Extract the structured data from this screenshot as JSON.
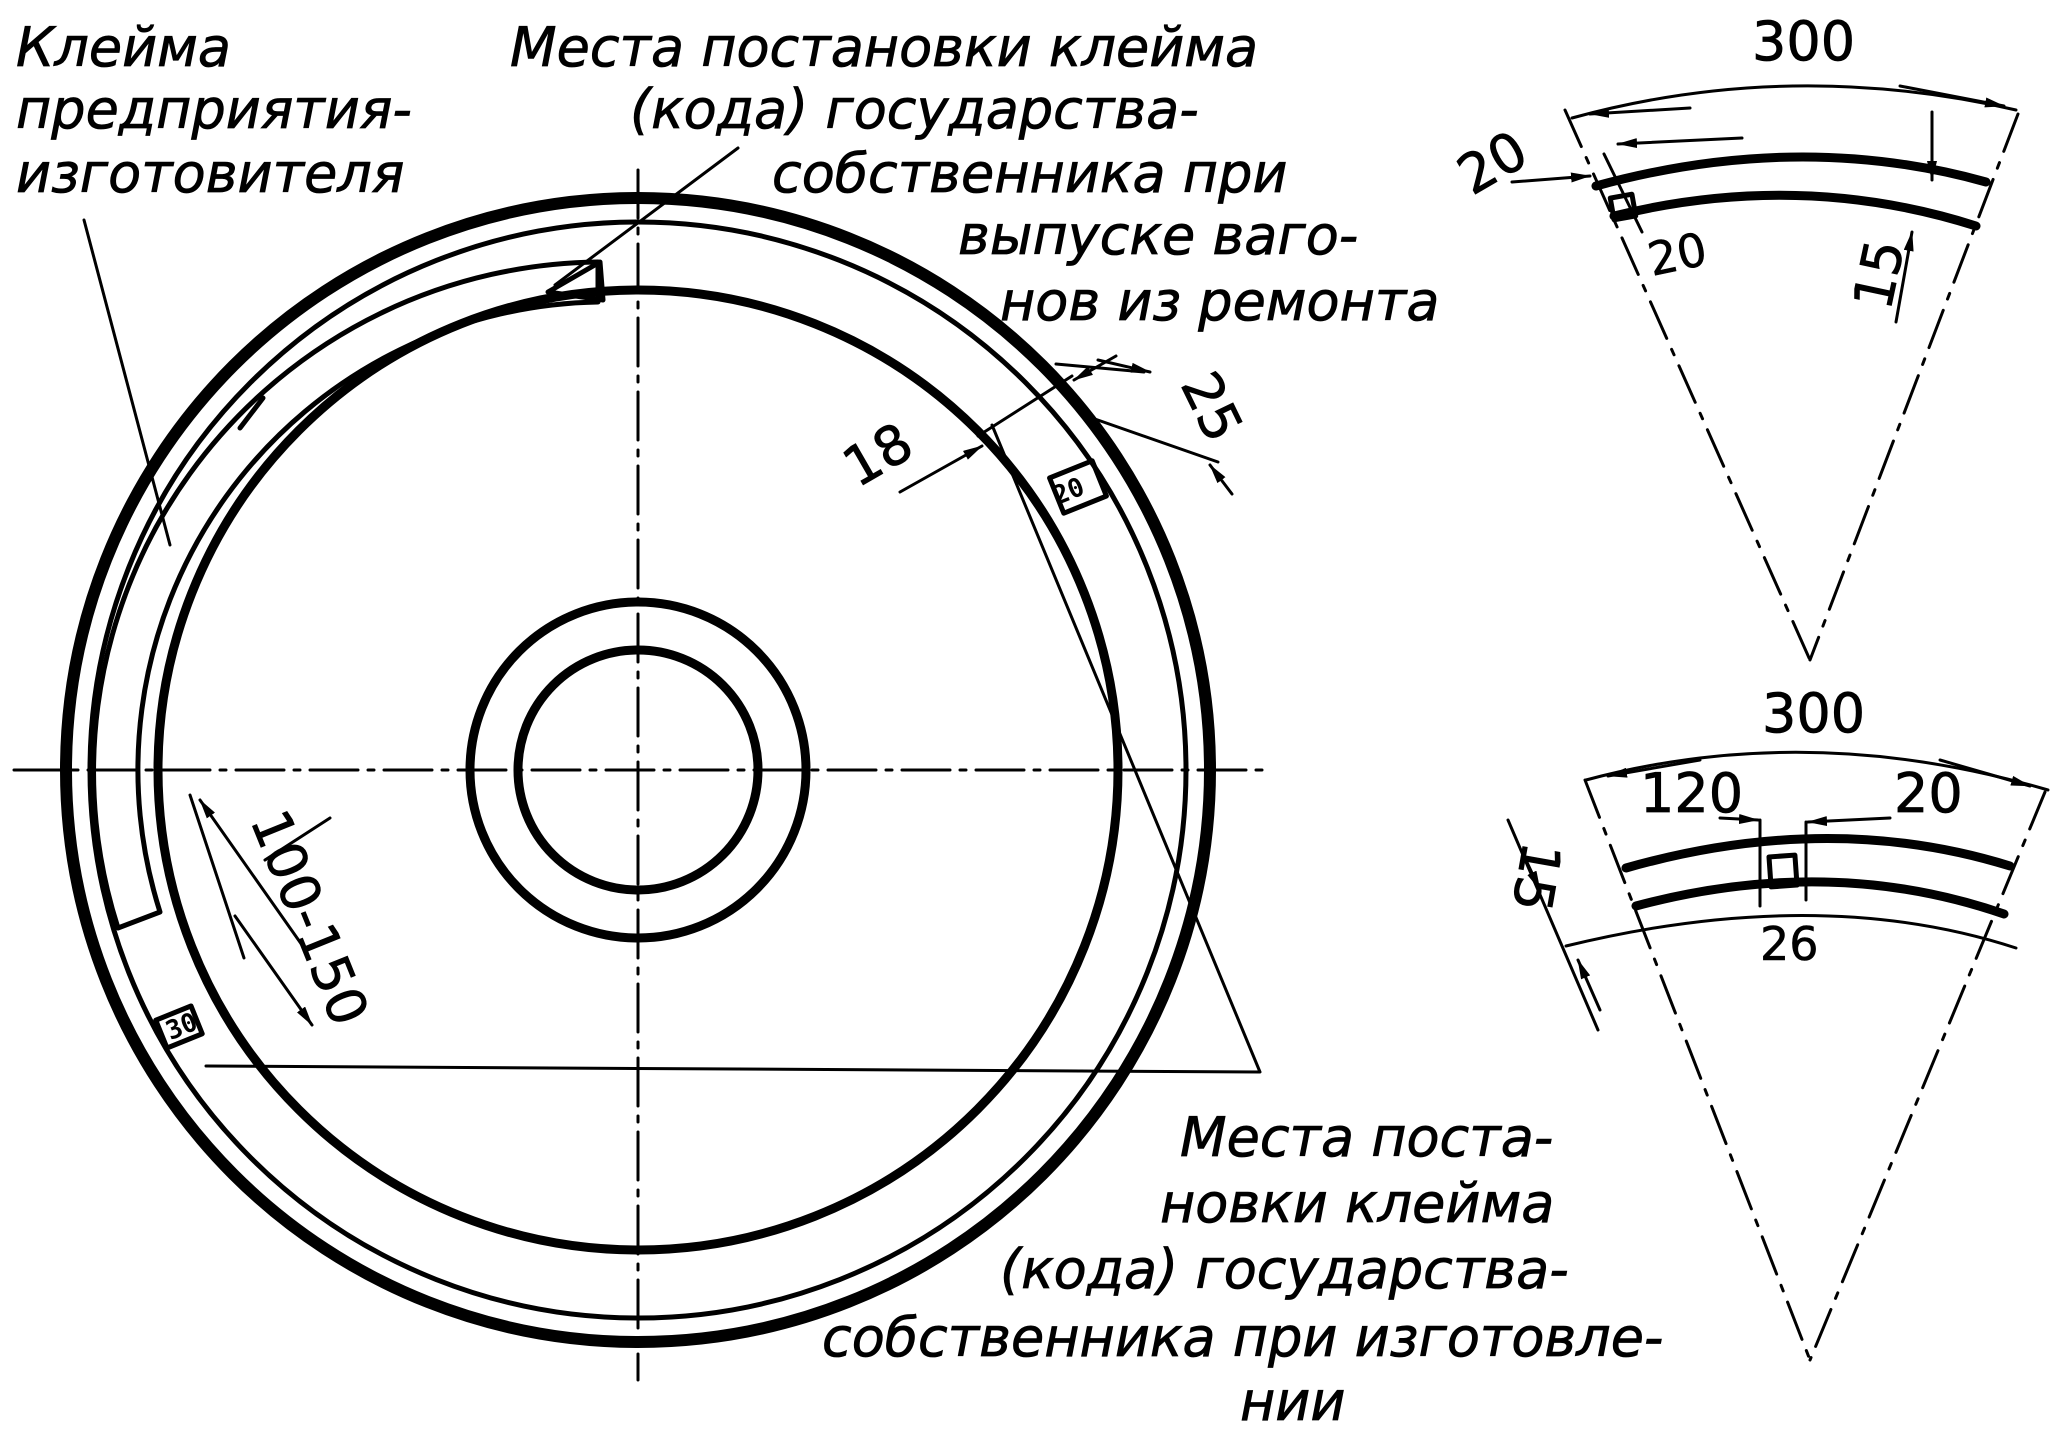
{
  "labels": {
    "manufacturer_mark": [
      "Клейма",
      "предприятия-",
      "изготовителя"
    ],
    "owner_mark_repair": [
      "Места постановки клейма",
      "(кода) государства-",
      "собственника при",
      "выпуске ваго-",
      "нов из ремонта"
    ],
    "owner_mark_manufacture": [
      "Места поста-",
      "новки клейма",
      "(кода) государства-",
      "собственника при изготовле-",
      "нии"
    ]
  },
  "dimensions": {
    "wheel": {
      "d18": "18",
      "d25": "25",
      "box": "20",
      "range": "100-150",
      "box2": "30"
    },
    "sector_top": {
      "arc": "300",
      "left": "20",
      "inner": "20",
      "right": "15"
    },
    "sector_bottom": {
      "arc": "300",
      "left": "15",
      "mid": "120",
      "right": "20",
      "inner": "26"
    }
  },
  "colors": {
    "ink": "#000000",
    "paper": "#ffffff"
  }
}
